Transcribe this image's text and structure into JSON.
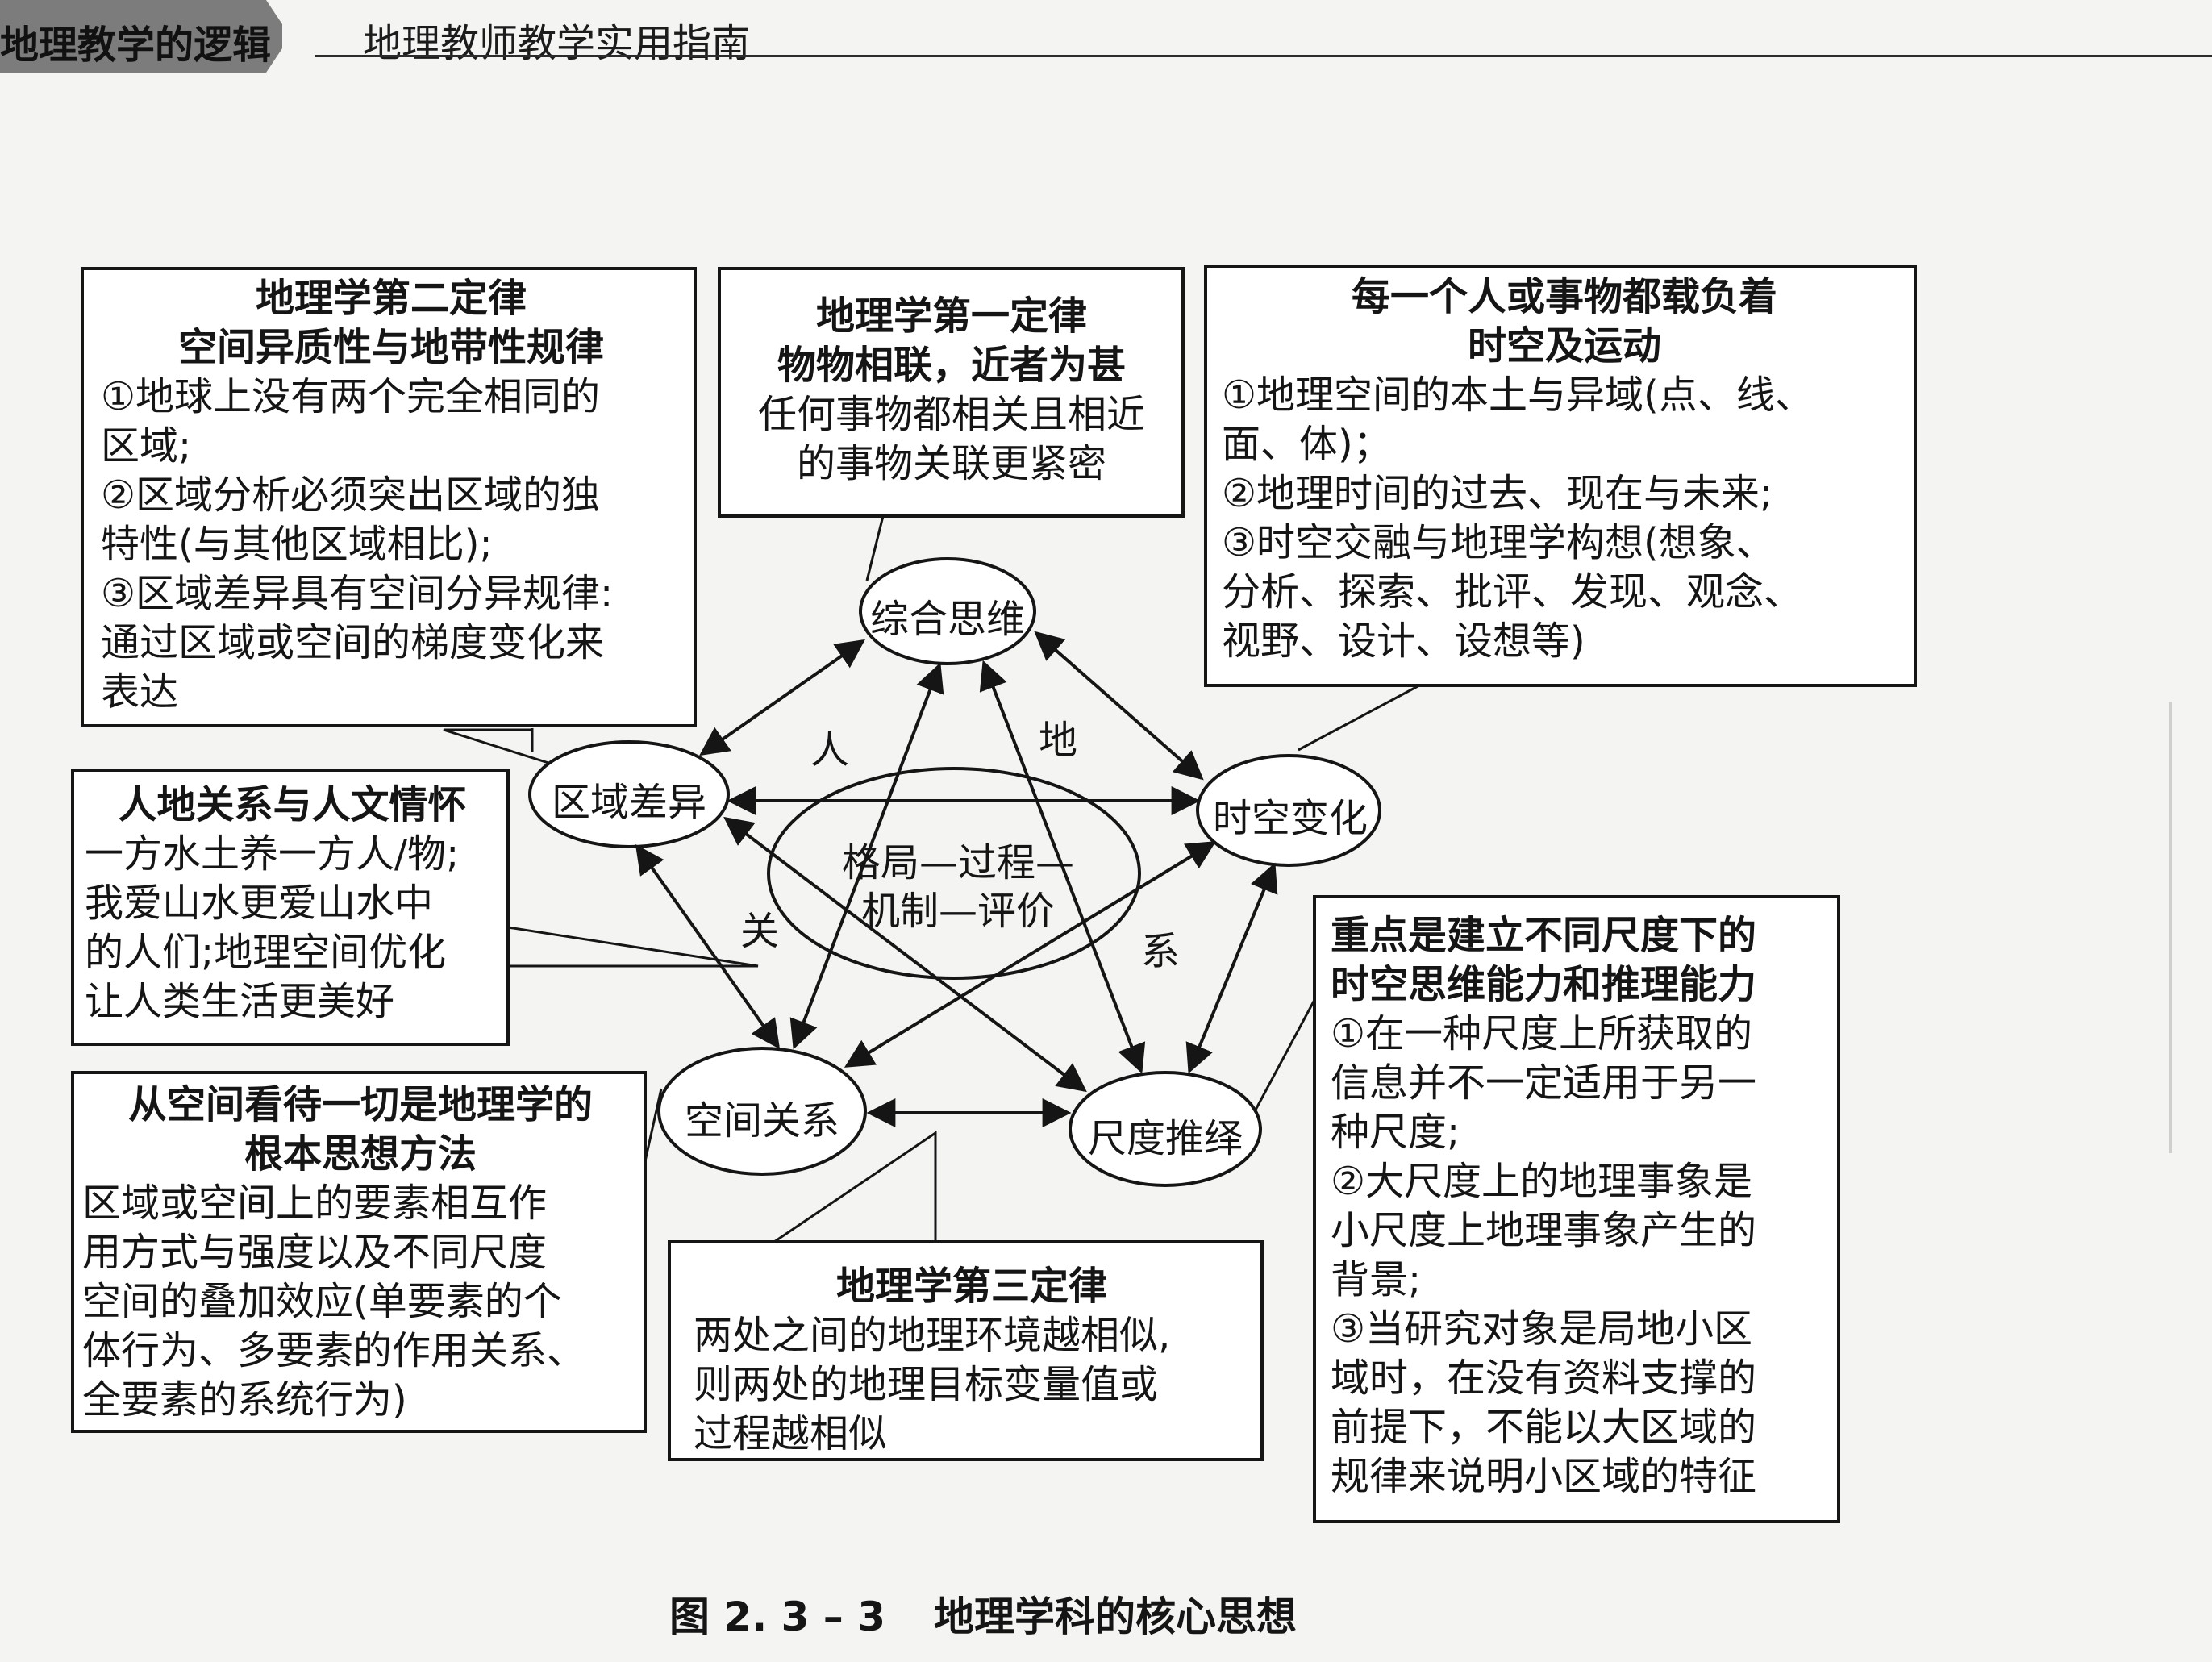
{
  "header": {
    "tab_label": "地理教学的逻辑",
    "title": "地理教师教学实用指南"
  },
  "boxes": {
    "law2": {
      "title": [
        "地理学第二定律",
        "空间异质性与地带性规律"
      ],
      "lines": [
        "①地球上没有两个完全相同的",
        "区域;",
        "②区域分析必须突出区域的独",
        "特性(与其他区域相比);",
        "③区域差异具有空间分异规律:",
        "通过区域或空间的梯度变化来",
        "表达"
      ]
    },
    "law1": {
      "title": [
        "地理学第一定律",
        "物物相联，近者为甚"
      ],
      "lines": [
        "任何事物都相关且相近",
        "的事物关联更紧密"
      ]
    },
    "spacetime": {
      "title": [
        "每一个人或事物都载负着",
        "时空及运动"
      ],
      "lines": [
        "①地理空间的本土与异域(点、线、",
        "面、体)；",
        "②地理时间的过去、现在与未来;",
        "③时空交融与地理学构想(想象、",
        "分析、探索、批评、发现、观念、",
        "视野、设计、设想等)"
      ]
    },
    "humanity": {
      "title": [
        "人地关系与人文情怀"
      ],
      "lines": [
        "一方水土养一方人/物;",
        "我爱山水更爱山水中",
        "的人们;地理空间优化",
        "让人类生活更美好"
      ]
    },
    "space_view": {
      "title": [
        "从空间看待一切是地理学的",
        "根本思想方法"
      ],
      "lines": [
        "区域或空间上的要素相互作",
        "用方式与强度以及不同尺度",
        "空间的叠加效应(单要素的个",
        "体行为、多要素的作用关系、",
        "全要素的系统行为)"
      ]
    },
    "law3": {
      "title": [
        "地理学第三定律"
      ],
      "lines": [
        "两处之间的地理环境越相似,",
        "则两处的地理目标变量值或",
        "过程越相似"
      ]
    },
    "scale": {
      "title": [
        "重点是建立不同尺度下的",
        "时空思维能力和推理能力"
      ],
      "lines": [
        "①在一种尺度上所获取的",
        "信息并不一定适用于另一",
        "种尺度;",
        "②大尺度上的地理事象是",
        "小尺度上地理事象产生的",
        "背景;",
        "③当研究对象是局地小区",
        "域时，在没有资料支撑的",
        "前提下，不能以大区域的",
        "规律来说明小区域的特征"
      ]
    }
  },
  "nodes": {
    "synthesis": "综合思维",
    "regional": "区域差异",
    "spacetime": "时空变化",
    "spatial": "空间关系",
    "scale": "尺度推绎",
    "center": [
      "格局—过程—",
      "机制—评价"
    ]
  },
  "relation_chars": [
    "人",
    "地",
    "关",
    "系"
  ],
  "caption": {
    "figure_no": "图 2. 3 – 3",
    "title": "地理学科的核心思想"
  }
}
